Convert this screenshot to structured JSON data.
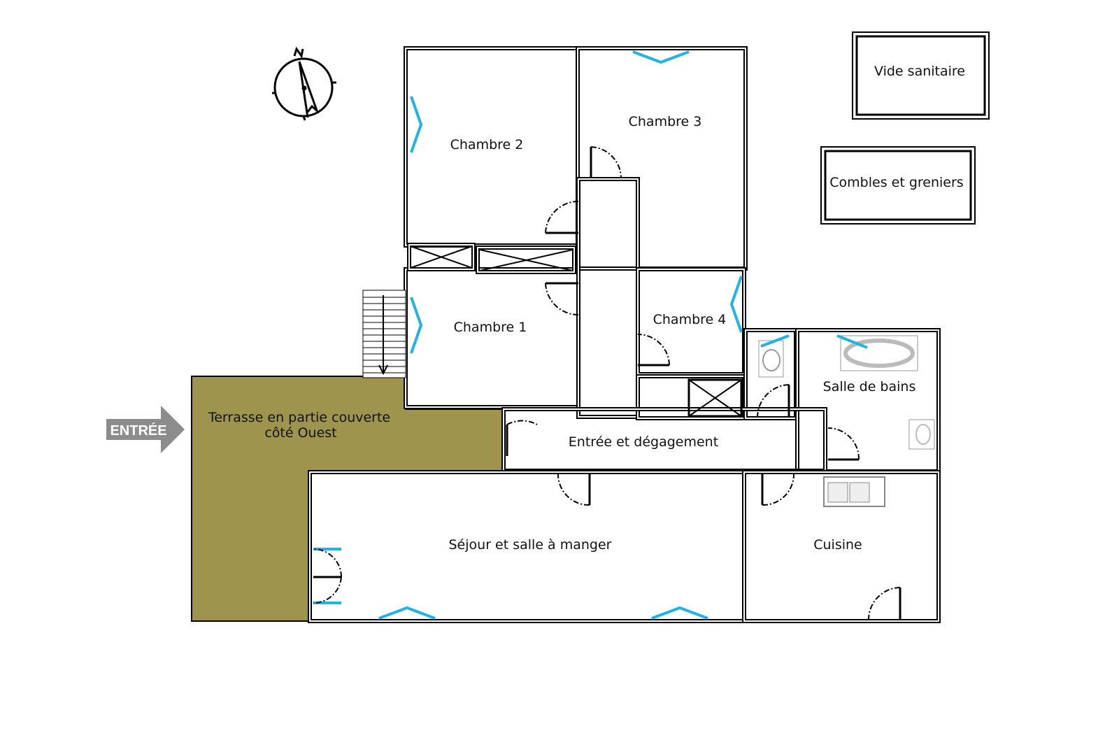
{
  "plan": {
    "entrance_label": "ENTRÉE",
    "rooms": {
      "chambre2": "Chambre 2",
      "chambre3": "Chambre 3",
      "chambre1": "Chambre 1",
      "chambre4": "Chambre 4",
      "salle_de_bains": "Salle de bains",
      "entree_degagement": "Entrée et dégagement",
      "sejour": "Séjour et salle à manger",
      "cuisine": "Cuisine",
      "terrasse_line1": "Terrasse en partie couverte",
      "terrasse_line2": "côté Ouest"
    },
    "annexes": {
      "vide_sanitaire": "Vide sanitaire",
      "combles": "Combles et greniers"
    },
    "compass_letter": "N"
  },
  "colors": {
    "terrace": "#9e944e",
    "window": "#1fb3e6",
    "wall": "#000000",
    "arrow": "#8c8c8c"
  }
}
